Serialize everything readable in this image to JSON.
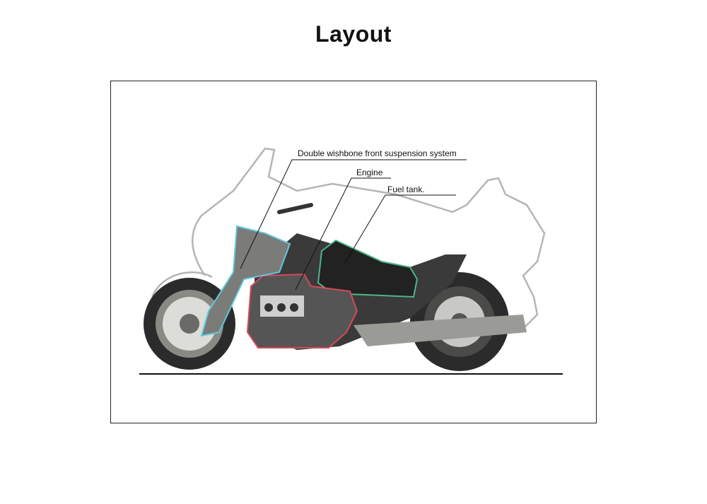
{
  "title": "Layout",
  "callouts": {
    "suspension": "Double wishbone front suspension system",
    "engine": "Engine",
    "fuel_tank": "Fuel tank."
  },
  "colors": {
    "suspension_outline": "#5fc8e0",
    "engine_outline": "#d9485a",
    "fuel_tank_outline": "#4fb58a",
    "body_outline": "#b5b5b5"
  }
}
